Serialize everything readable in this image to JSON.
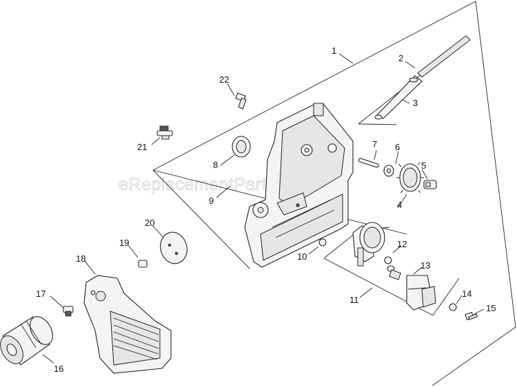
{
  "watermark": "eReplacementParts.com",
  "callouts": {
    "c1": "1",
    "c2": "2",
    "c3": "3",
    "c4": "4",
    "c5": "5",
    "c6": "6",
    "c7": "7",
    "c8": "8",
    "c9": "9",
    "c10": "10",
    "c11": "11",
    "c12": "12",
    "c13": "13",
    "c14": "14",
    "c15": "15",
    "c16": "16",
    "c17": "17",
    "c18": "18",
    "c19": "19",
    "c20": "20",
    "c21": "21",
    "c22": "22"
  }
}
